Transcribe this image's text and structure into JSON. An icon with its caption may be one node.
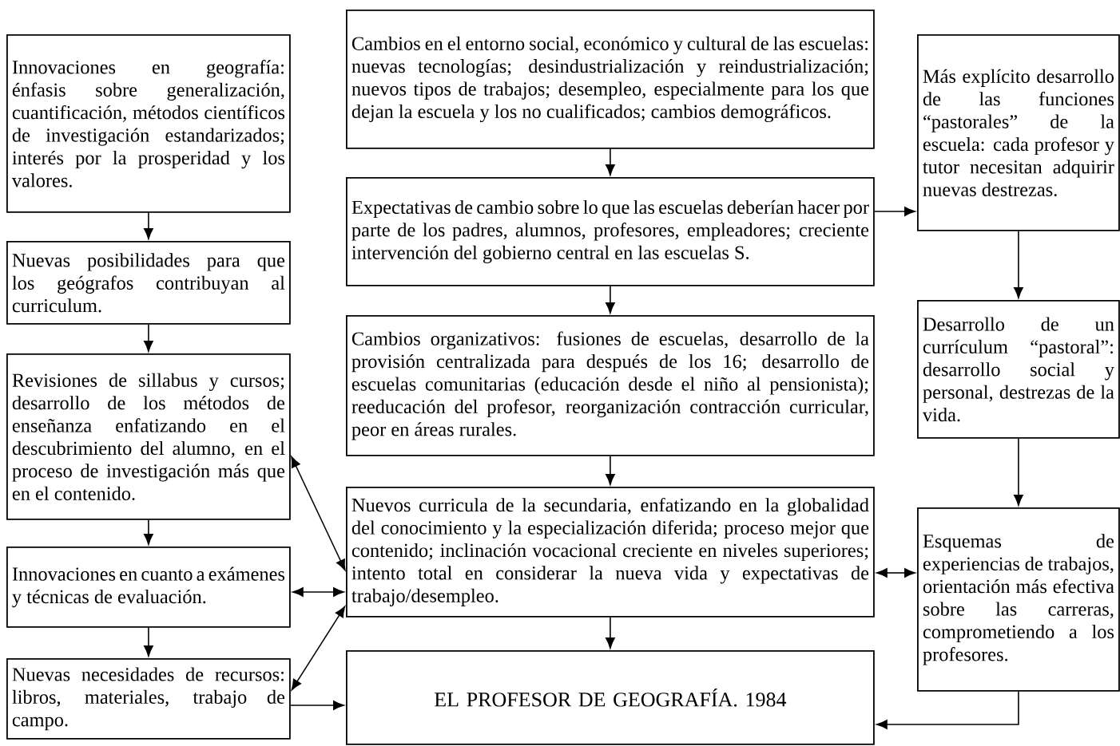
{
  "diagram": {
    "nodes": [
      {
        "text": [
          "Innovaciones en geografía: énfasis sobre generalización, cuantificación, métodos científicos de investigación estandarizados; interés por la prosperidad y los valores."
        ]
      },
      {
        "text": [
          "Nuevas posibilidades para que los geógrafos contribuyan al curriculum."
        ]
      },
      {
        "text": [
          "Revisiones de sillabus y cursos; desarrollo de los métodos de enseñanza enfatizando en el descubrimiento del alumno, en el proceso de investigación más que en el contenido."
        ]
      },
      {
        "text": [
          "Innovaciones en cuanto a exámenes y técnicas de evaluación."
        ]
      },
      {
        "text": [
          "Nuevas necesidades de recursos: libros, materiales, trabajo de campo."
        ]
      },
      {
        "text": [
          "Cambios en el entorno social, económico y cultural de las escuelas: nuevas tecnologías; desindustrialización y reindustrialización; nuevos tipos de trabajos; desempleo, especialmente para los que dejan la escuela y los no cualificados; cambios demográficos."
        ]
      },
      {
        "text": [
          "Expectativas de cambio sobre lo que las escuelas deberían hacer por parte de los padres, alumnos, profesores, empleadores; creciente intervención del gobierno central en las escuelas S."
        ]
      },
      {
        "text": [
          "Cambios organizativos: fusiones de escuelas, desarrollo de la provisión centralizada para después de los 16; desarrollo de escuelas comunitarias (educación desde el niño al pensionista); reeducación del profesor, reorganización contracción curricular, peor en áreas rurales."
        ]
      },
      {
        "text": [
          "Nuevos curricula de la secundaria, enfatizando en la globalidad del conocimiento y la especialización diferida; proceso mejor que contenido; inclinación vocacional creciente en niveles superiores; intento total en considerar la nueva vida y expectativas de trabajo/desempleo."
        ]
      },
      {
        "text": [
          "EL PROFESOR DE GEOGRAFÍA. 1984"
        ]
      },
      {
        "text": [
          "Más explícito desarrollo de las funciones “pastorales” de la escuela: cada profesor y tutor necesitan adquirir nuevas destrezas."
        ]
      },
      {
        "text": [
          "Desarrollo de un currículum “pastoral”: desarrollo social y personal, destrezas de la vida."
        ]
      },
      {
        "text": [
          "Esquemas de experiencias de trabajos, orientación más efectiva sobre las carreras, comprometiendo a los profesores."
        ]
      }
    ],
    "edges": [
      {
        "from": 0,
        "to": 1,
        "arrow": "to"
      },
      {
        "from": 1,
        "to": 2,
        "arrow": "to"
      },
      {
        "from": 2,
        "to": 3,
        "arrow": "to"
      },
      {
        "from": 3,
        "to": 4,
        "arrow": "to"
      },
      {
        "from": 5,
        "to": 6,
        "arrow": "to"
      },
      {
        "from": 6,
        "to": 7,
        "arrow": "to"
      },
      {
        "from": 7,
        "to": 8,
        "arrow": "to"
      },
      {
        "from": 8,
        "to": 9,
        "arrow": "to"
      },
      {
        "from": 6,
        "to": 10,
        "arrow": "to"
      },
      {
        "from": 10,
        "to": 11,
        "arrow": "to"
      },
      {
        "from": 11,
        "to": 12,
        "arrow": "to"
      },
      {
        "from": 8,
        "to": 12,
        "arrow": "both"
      },
      {
        "from": 12,
        "to": 9,
        "arrow": "to"
      },
      {
        "from": 2,
        "to": 8,
        "arrow": "both"
      },
      {
        "from": 3,
        "to": 8,
        "arrow": "both"
      },
      {
        "from": 4,
        "to": 8,
        "arrow": "both"
      },
      {
        "from": 4,
        "to": 9,
        "arrow": "to"
      }
    ]
  }
}
